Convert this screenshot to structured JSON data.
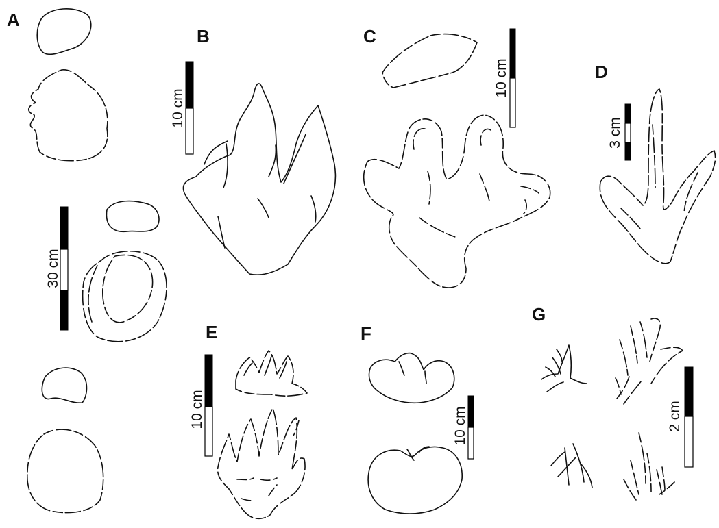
{
  "panels": [
    {
      "id": "A",
      "label": "A",
      "scale": "30 cm"
    },
    {
      "id": "B",
      "label": "B",
      "scale": "10 cm"
    },
    {
      "id": "C",
      "label": "C",
      "scale": "10 cm"
    },
    {
      "id": "D",
      "label": "D",
      "scale": "3 cm"
    },
    {
      "id": "E",
      "label": "E",
      "scale": "10 cm"
    },
    {
      "id": "F",
      "label": "F",
      "scale": "10 cm"
    },
    {
      "id": "G",
      "label": "G",
      "scale": "2 cm"
    }
  ]
}
